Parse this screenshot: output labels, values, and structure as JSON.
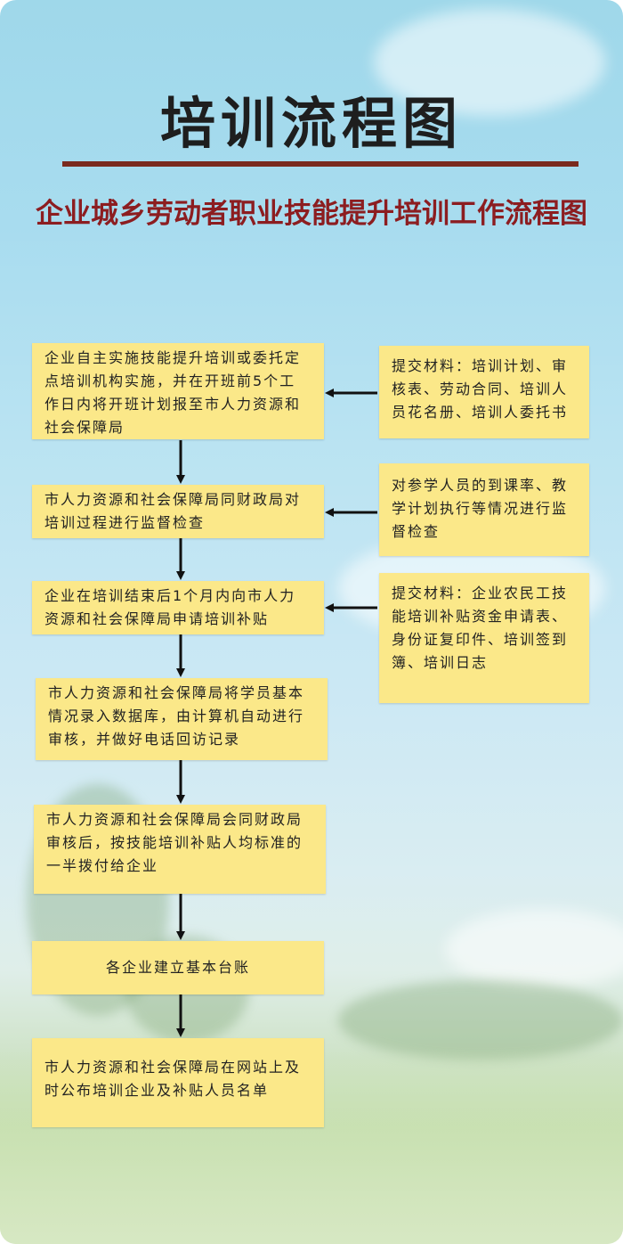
{
  "title": "培训流程图",
  "subtitle": "企业城乡劳动者职业技能提升培训工作流程图",
  "steps": [
    "企业自主实施技能提升培训或委托定点培训机构实施，并在开班前5个工作日内将开班计划报至市人力资源和社会保障局",
    "市人力资源和社会保障局同财政局对培训过程进行监督检查",
    "企业在培训结束后1个月内向市人力资源和社会保障局申请培训补贴",
    "市人力资源和社会保障局将学员基本情况录入数据库，由计算机自动进行审核，并做好电话回访记录",
    "市人力资源和社会保障局会同财政局审核后，按技能培训补贴人均标准的一半拨付给企业",
    "各企业建立基本台账",
    "市人力资源和社会保障局在网站上及时公布培训企业及补贴人员名单"
  ],
  "side_notes": [
    "提交材料：培训计划、审核表、劳动合同、培训人员花名册、培训人委托书",
    "对参学人员的到课率、教学计划执行等情况进行监督检查",
    "提交材料：企业农民工技能培训补贴资金申请表、身份证复印件、培训签到簿、培训日志"
  ],
  "colors": {
    "box_fill": "#fbe889",
    "title_rule": "#7a2a1e",
    "subtitle": "#8c1d20",
    "arrow": "#111111"
  }
}
